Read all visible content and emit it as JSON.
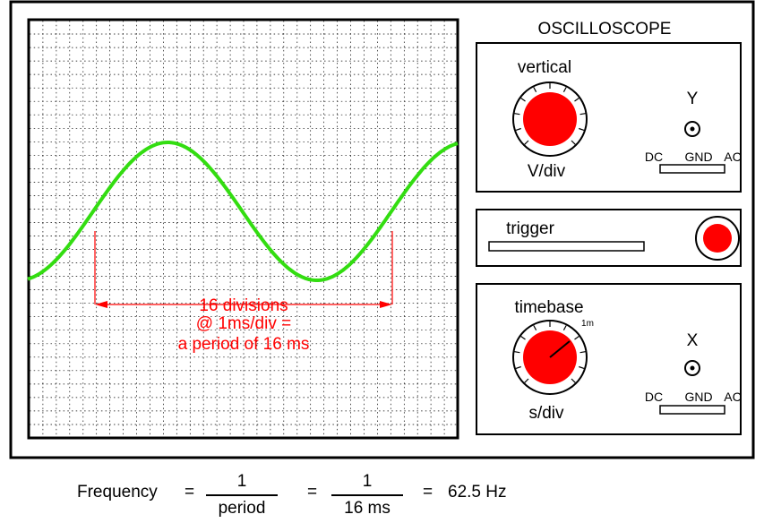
{
  "panel": {
    "title": "OSCILLOSCOPE",
    "vertical": {
      "title": "vertical",
      "units": "V/div",
      "channel": "Y"
    },
    "trigger": {
      "title": "trigger"
    },
    "timebase": {
      "title": "timebase",
      "units": "s/div",
      "setting": "1m",
      "channel": "X"
    },
    "coupling": {
      "dc": "DC",
      "gnd": "GND",
      "ac": "AC"
    }
  },
  "screen": {
    "annotation": {
      "line1": "16 divisions",
      "line2": "@ 1ms/div =",
      "line3": "a period of 16 ms"
    }
  },
  "formula": {
    "label": "Frequency",
    "equals": "=",
    "numerator1": "1",
    "denominator1": "period",
    "numerator2": "1",
    "denominator2": "16 ms",
    "result": "62.5 Hz"
  },
  "colors": {
    "trace": "#33dd11",
    "annotation": "#ff0000",
    "knob": "#ff0000",
    "grid": "#000000"
  }
}
